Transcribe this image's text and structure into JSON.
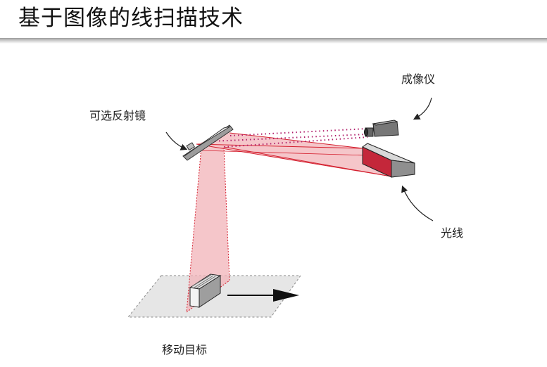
{
  "page": {
    "title": "基于图像的线扫描技术"
  },
  "diagram": {
    "labels": {
      "mirror": "可选反射镜",
      "camera": "成像仪",
      "light": "光线",
      "target": "移动目标"
    },
    "colors": {
      "beam_fill": "#f2b3b8",
      "beam_edge": "#d4202f",
      "camera_dots": "#b01e6a",
      "floor_fill": "#e6e6e6",
      "floor_border": "#8a8a8a",
      "device_body": "#c7c7c7"
    }
  }
}
